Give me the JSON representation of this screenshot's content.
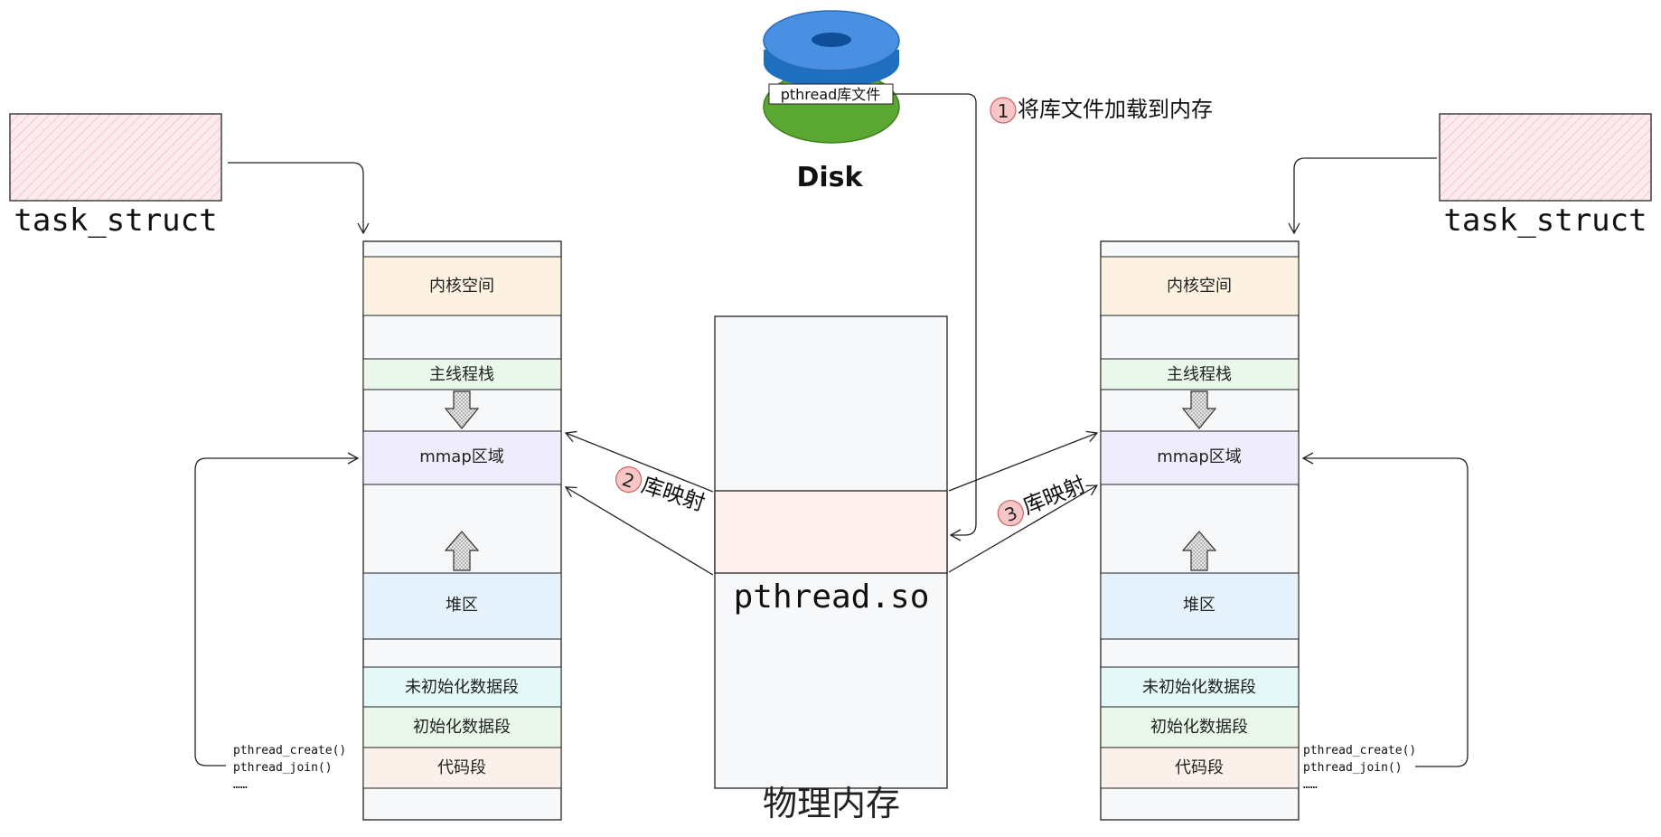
{
  "disk": {
    "label": "Disk",
    "file_label": "pthread库文件",
    "colors": {
      "top": "#4a90e2",
      "bottom": "#5aa832"
    }
  },
  "steps": {
    "step1": {
      "num": "1",
      "text": "将库文件加载到内存"
    },
    "step2": {
      "num": "2",
      "text": "库映射"
    },
    "step3": {
      "num": "3",
      "text": "库映射"
    }
  },
  "physical_memory": {
    "title": "物理内存",
    "segment_label": "pthread.so"
  },
  "left_process": {
    "task_label": "task_struct",
    "segments": {
      "kernel": "内核空间",
      "main_stack": "主线程栈",
      "mmap": "mmap区域",
      "heap": "堆区",
      "bss": "未初始化数据段",
      "data": "初始化数据段",
      "text": "代码段"
    },
    "calls": [
      "pthread_create()",
      "pthread_join()",
      "……"
    ]
  },
  "right_process": {
    "task_label": "task_struct",
    "segments": {
      "kernel": "内核空间",
      "main_stack": "主线程栈",
      "mmap": "mmap区域",
      "heap": "堆区",
      "bss": "未初始化数据段",
      "data": "初始化数据段",
      "text": "代码段"
    },
    "calls": [
      "pthread_create()",
      "pthread_join()",
      "……"
    ]
  },
  "colors": {
    "kernel": "#fdf1e1",
    "stack": "#e9f8ea",
    "mmap": "#efedfb",
    "heap": "#e6f2fb",
    "bss": "#e4f8f8",
    "data": "#e9f8ea",
    "text": "#fcf0ea",
    "gap": "#f7f8fa",
    "so_segment": "#fdf0ef",
    "step_circle": "#f7c6c6",
    "task_fill": "#fbe1e4"
  }
}
